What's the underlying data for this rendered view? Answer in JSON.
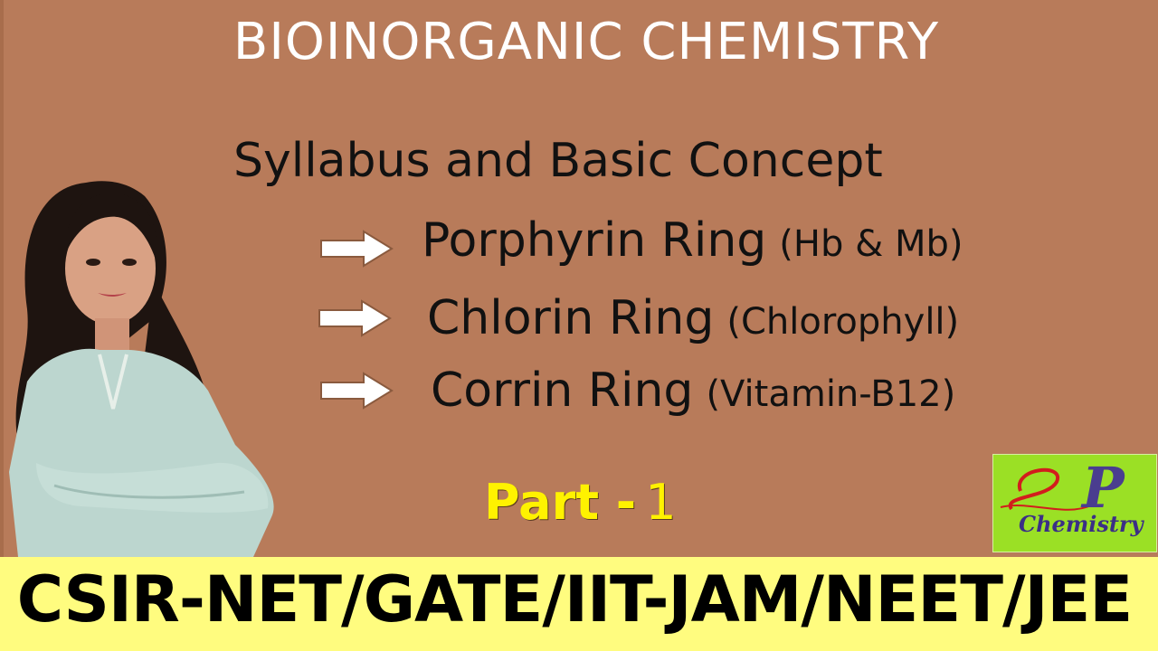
{
  "header": {
    "title": "BIOINORGANIC CHEMISTRY"
  },
  "subtitle": "Syllabus and Basic Concept",
  "topics": [
    {
      "name": "Porphyrin Ring",
      "detail": "(Hb & Mb)"
    },
    {
      "name": "Chlorin Ring",
      "detail": "(Chlorophyll)"
    },
    {
      "name": "Corrin Ring",
      "detail": "(Vitamin-B12)"
    }
  ],
  "part": {
    "label": "Part -",
    "number": "1"
  },
  "footer": {
    "exams": "CSIR-NET/GATE/IIT-JAM/NEET/JEE"
  },
  "logo": {
    "text": "Chemistry"
  },
  "colors": {
    "background": "#b87b5a",
    "footer": "#fffc7f",
    "part": "#fff200",
    "logo_bg": "#9be025"
  }
}
